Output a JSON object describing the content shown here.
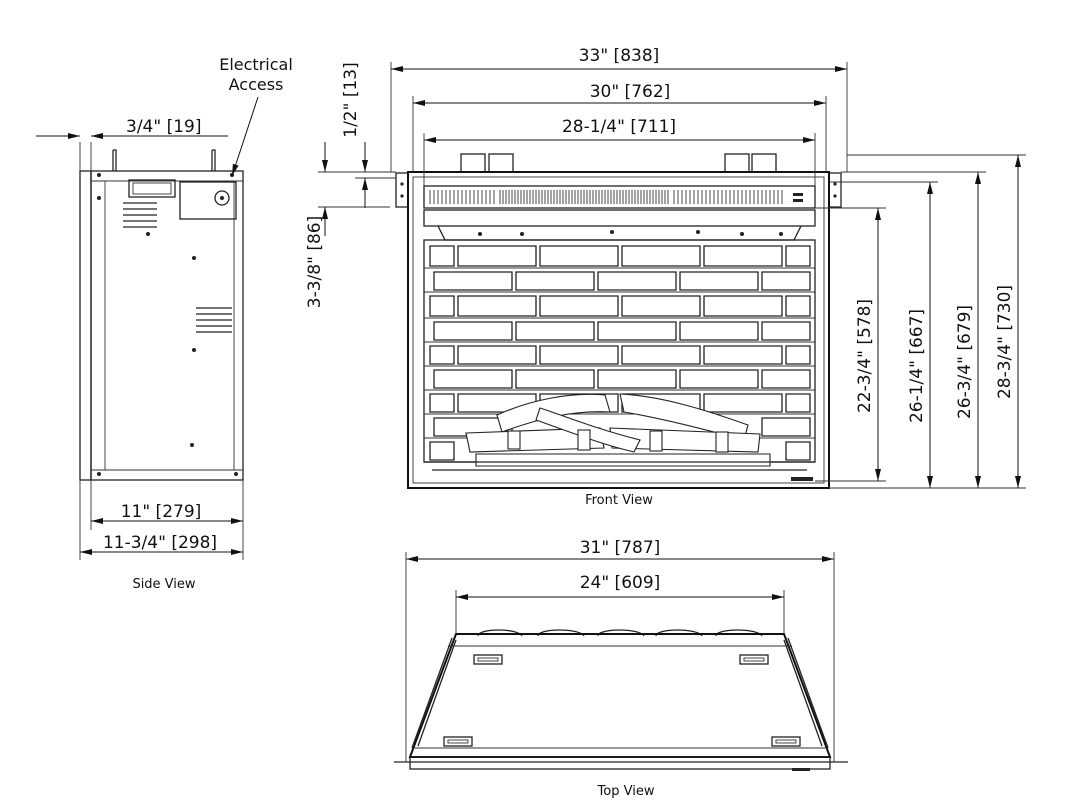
{
  "callouts": {
    "electrical_access": [
      "Electrical",
      "Access"
    ]
  },
  "views": {
    "side": {
      "label": "Side View",
      "dims": {
        "offset": "3/4\" [19]",
        "depth_inner": "11\" [279]",
        "depth_outer": "11-3/4\" [298]"
      }
    },
    "front": {
      "label": "Front View",
      "dims": {
        "width_overall": "33\" [838]",
        "width_body": "30\" [762]",
        "width_opening": "28-1/4\" [711]",
        "flange_top": "1/2\" [13]",
        "top_offset": "3-3/8\" [86]",
        "height_opening": "22-3/4\" [578]",
        "height_body": "26-1/4\" [667]",
        "height_mid": "26-3/4\" [679]",
        "height_overall": "28-3/4\" [730]"
      }
    },
    "top": {
      "label": "Top View",
      "dims": {
        "width_front": "31\" [787]",
        "width_back": "24\" [609]"
      }
    }
  }
}
